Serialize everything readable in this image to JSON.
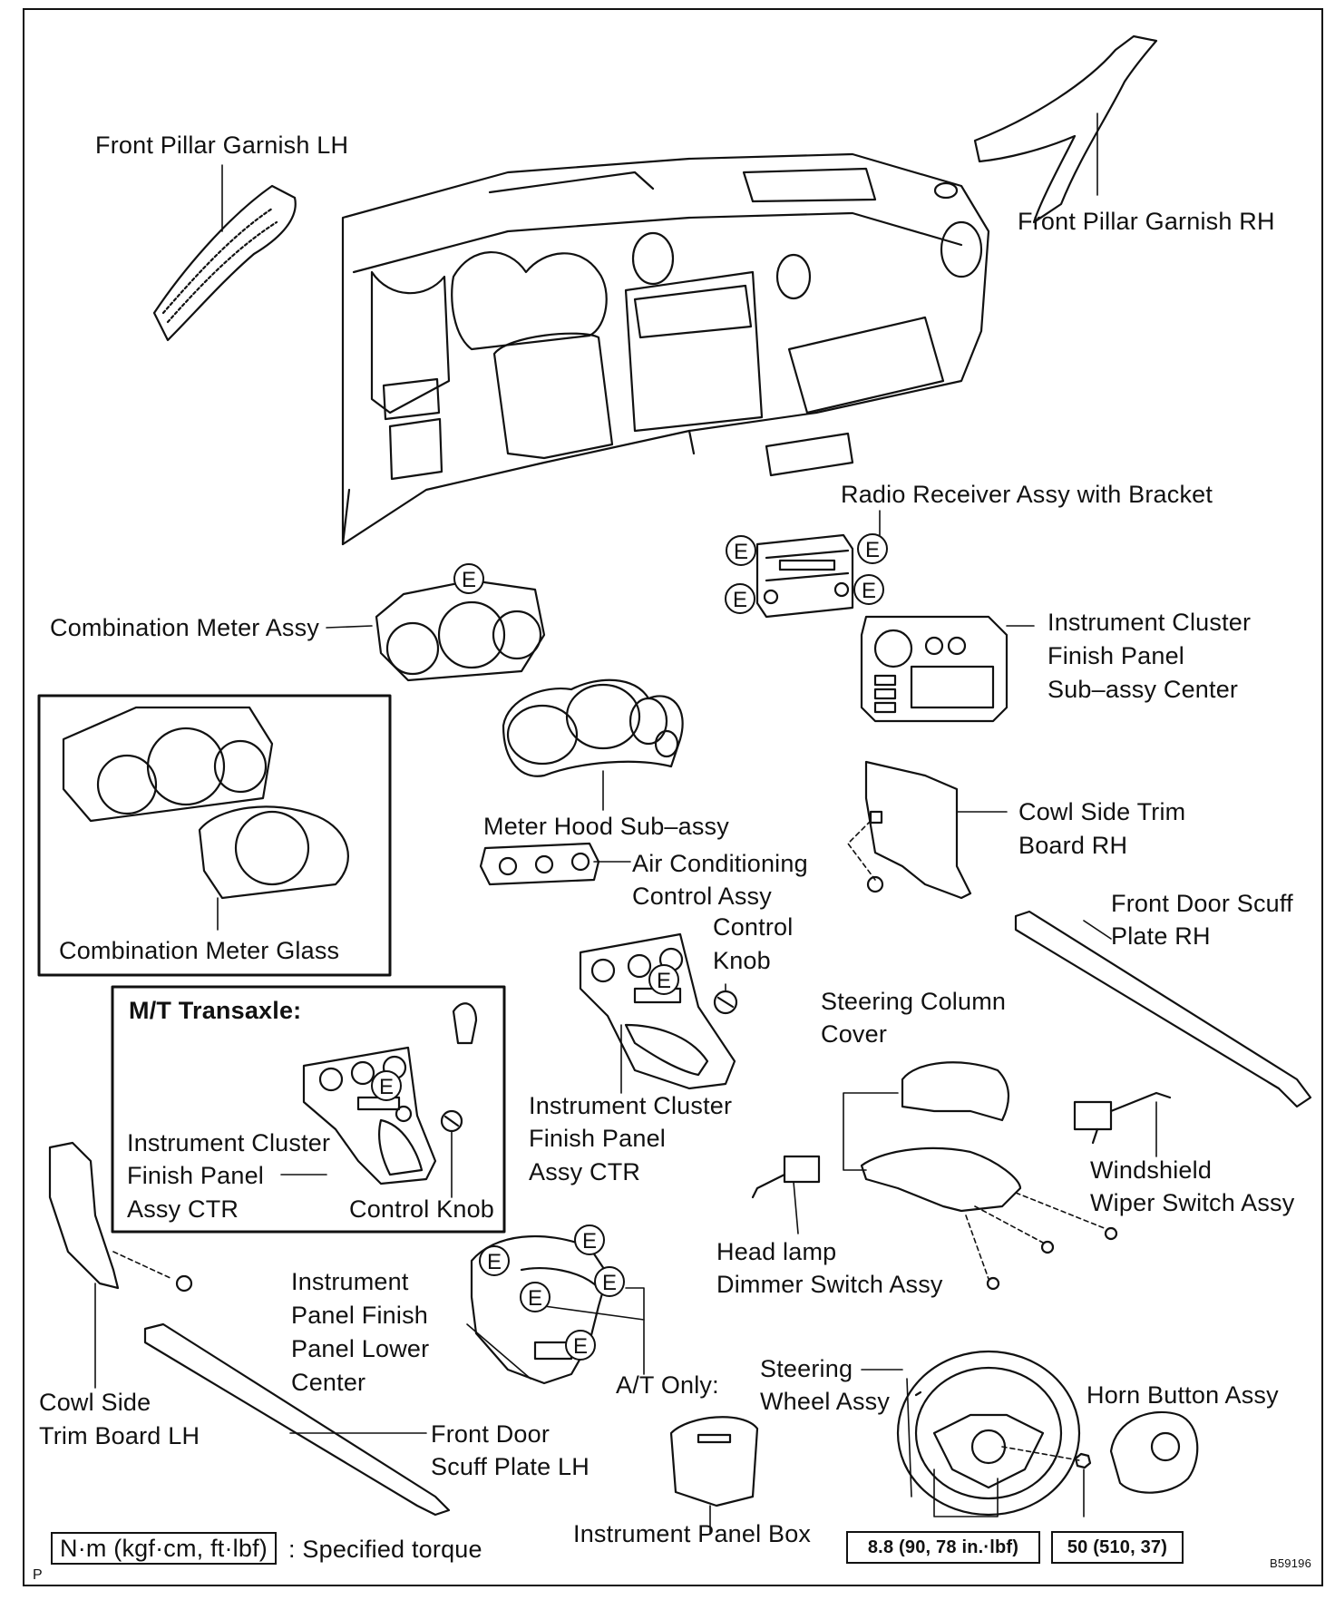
{
  "labels": {
    "front_pillar_garnish_lh": "Front Pillar Garnish LH",
    "front_pillar_garnish_rh": "Front Pillar Garnish RH",
    "radio_receiver": "Radio Receiver Assy with Bracket",
    "combination_meter_assy": "Combination Meter Assy",
    "cluster_finish_panel_center": [
      "Instrument Cluster",
      "Finish Panel",
      "Sub–assy Center"
    ],
    "combination_meter_glass": "Combination Meter Glass",
    "meter_hood": "Meter Hood Sub–assy",
    "cowl_side_trim_rh": [
      "Cowl Side Trim",
      "Board RH"
    ],
    "air_conditioning": [
      "Air Conditioning",
      "Control Assy"
    ],
    "front_door_scuff_rh": [
      "Front Door Scuff",
      "Plate RH"
    ],
    "control_knob": [
      "Control",
      "Knob"
    ],
    "mt_transaxle": "M/T Transaxle:",
    "steering_column_cover": [
      "Steering Column",
      "Cover"
    ],
    "cluster_finish_panel_ctr_mt": [
      "Instrument Cluster",
      "Finish Panel",
      "Assy CTR"
    ],
    "control_knob_mt": "Control Knob",
    "cluster_finish_panel_ctr": [
      "Instrument Cluster",
      "Finish Panel",
      "Assy CTR"
    ],
    "wiper_switch": [
      "Windshield",
      "Wiper Switch Assy"
    ],
    "headlamp_dimmer": [
      "Head lamp",
      "Dimmer Switch Assy"
    ],
    "panel_finish_lower_center": [
      "Instrument",
      "Panel Finish",
      "Panel Lower",
      "Center"
    ],
    "cowl_side_trim_lh": [
      "Cowl Side",
      "Trim Board LH"
    ],
    "at_only": "A/T Only:",
    "steering_wheel": [
      "Steering",
      "Wheel Assy"
    ],
    "horn_button": "Horn Button Assy",
    "front_door_scuff_lh": [
      "Front Door",
      "Scuff Plate LH"
    ],
    "instrument_panel_box": "Instrument Panel Box"
  },
  "torque_legend": {
    "unit": "N·m (kgf·cm, ft·lbf)",
    "text": ": Specified torque"
  },
  "torque_values": {
    "steering_wheel": "8.8 (90, 78 in.·lbf)",
    "horn_nut": "50 (510, 37)"
  },
  "clip_marker": "E",
  "corner_mark": "P",
  "figure_code": "B59196"
}
